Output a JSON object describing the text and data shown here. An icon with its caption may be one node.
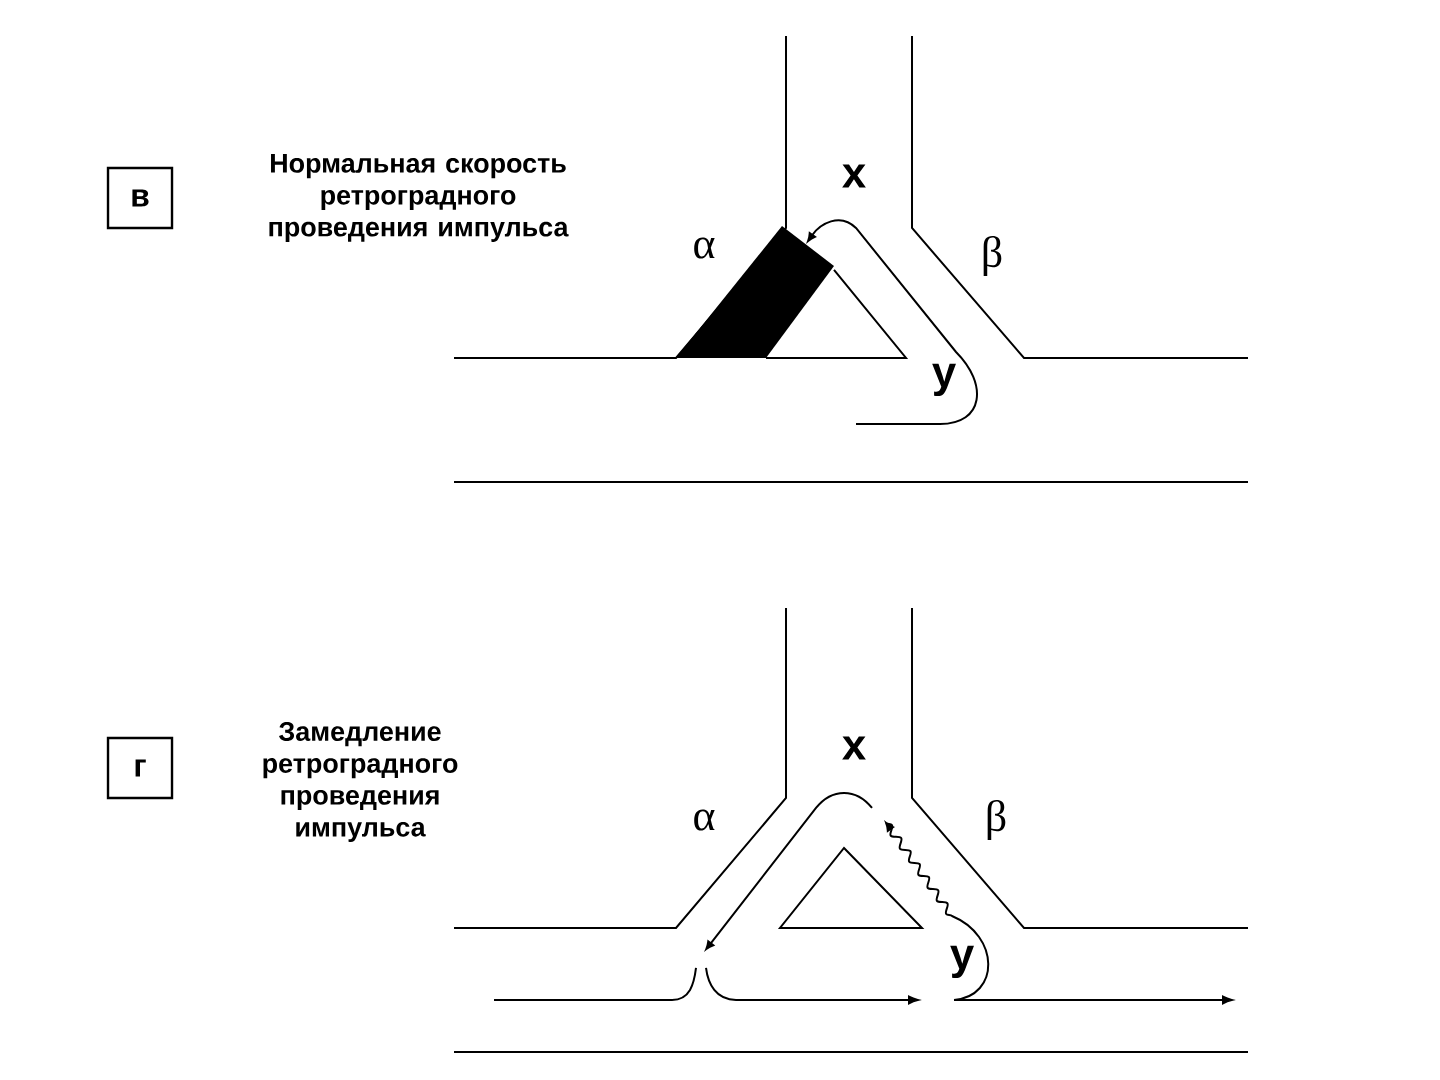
{
  "diagram": {
    "nodes": [
      {
        "text": [
          "в"
        ]
      },
      {
        "text": [
          "г"
        ]
      }
    ],
    "labels": [
      "Нормальная скорость ретроградного проведения импульса",
      "x",
      "α",
      "β",
      "y",
      "Замедление ретроградного проведения импульса",
      "x",
      "α",
      "β",
      "y"
    ]
  }
}
